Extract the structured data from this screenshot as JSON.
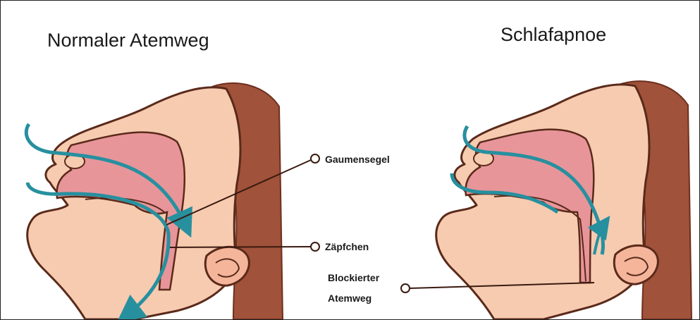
{
  "titles": {
    "normal": "Normaler Atemweg",
    "apnea": "Schlafapnoe"
  },
  "labels": {
    "soft_palate": "Gaumensegel",
    "uvula": "Zäpfchen",
    "blocked_line1": "Blockierter",
    "blocked_line2": "Atemweg"
  },
  "colors": {
    "skin": "#f7cbb0",
    "skin_outline": "#5a2a1a",
    "hair": "#a0523a",
    "hair_dark": "#6e2f1e",
    "airway_pink": "#e8959a",
    "airflow": "#27909f",
    "leader_line": "#3a1a10"
  },
  "icons": [
    "airflow-arrow-icon",
    "callout-dot-icon"
  ]
}
